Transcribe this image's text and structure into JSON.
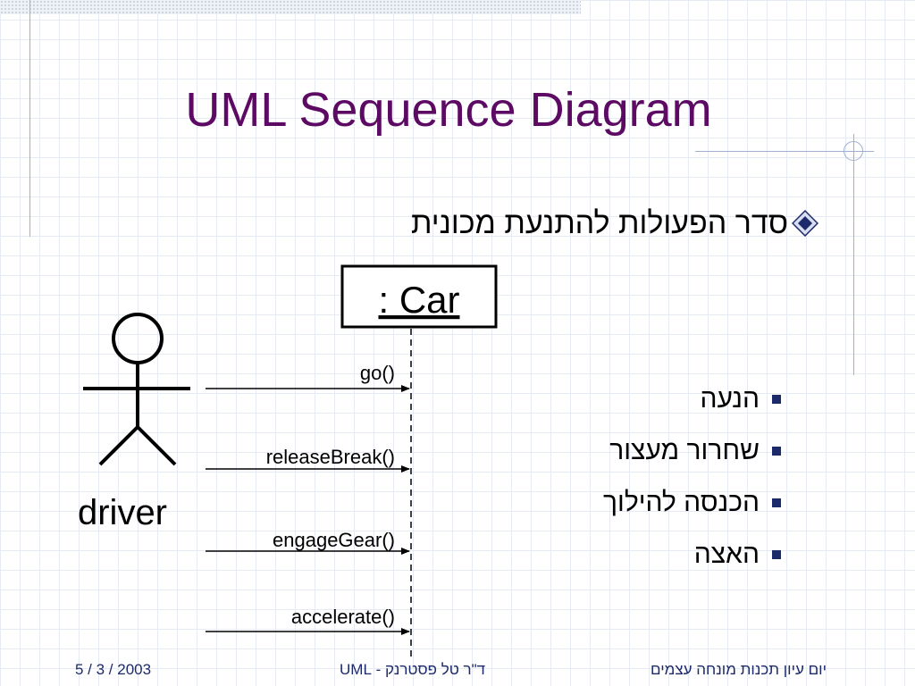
{
  "slide": {
    "title": "UML Sequence Diagram",
    "bullet": "סדר הפעולות להתנעת מכונית",
    "subitems": [
      "הנעה",
      "שחרור מעצור",
      "הכנסה להילוך",
      "האצה"
    ]
  },
  "diagram": {
    "object_label": ": Car",
    "actor_label": "driver",
    "messages": [
      "go()",
      "releaseBreak()",
      "engageGear()",
      "accelerate()"
    ]
  },
  "footer": {
    "date": "5 / 3 / 2003",
    "author": "ד\"ר טל פסטרנק  -  UML",
    "event": "יום עיון תכנות מונחה עצמים"
  },
  "colors": {
    "title": "#5c0a63",
    "footer": "#1c2a6b",
    "bullet_marker": "#1c2a6b"
  }
}
